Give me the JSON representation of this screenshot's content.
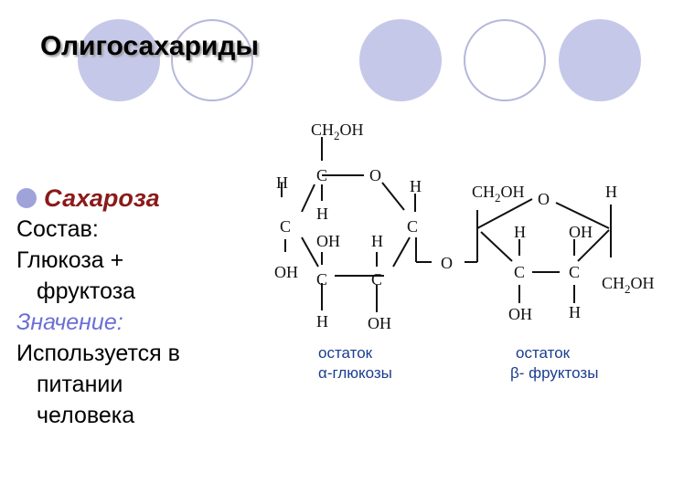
{
  "title": "Олигосахариды",
  "left_column": {
    "subject": "Сахароза",
    "composition_label": "Состав:",
    "composition_value_line1": "Глюкоза +",
    "composition_value_line2": "фруктоза",
    "significance_label": "Значение:",
    "significance_line1": "Используется в",
    "significance_line2": "питании",
    "significance_line3": "человека"
  },
  "structure": {
    "glucose": {
      "ch2oh": "CH2OH",
      "c": "C",
      "o": "O",
      "h": "H",
      "oh": "OH"
    },
    "bridge_o": "O",
    "fructose": {
      "ch2oh": "CH2OH",
      "c": "C",
      "o": "O",
      "h": "H",
      "oh": "OH"
    },
    "caption_glucose_line1": "остаток",
    "caption_glucose_line2": "α-глюкозы",
    "caption_fructose_line1": "остаток",
    "caption_fructose_line2": "β- фруктозы"
  },
  "colors": {
    "circle_fill": "#c5c8e8",
    "circle_stroke": "#b5b8dc",
    "subject_color": "#8b1a1a",
    "label_blue": "#6b6fd3",
    "caption_blue": "#1a3d8f"
  }
}
